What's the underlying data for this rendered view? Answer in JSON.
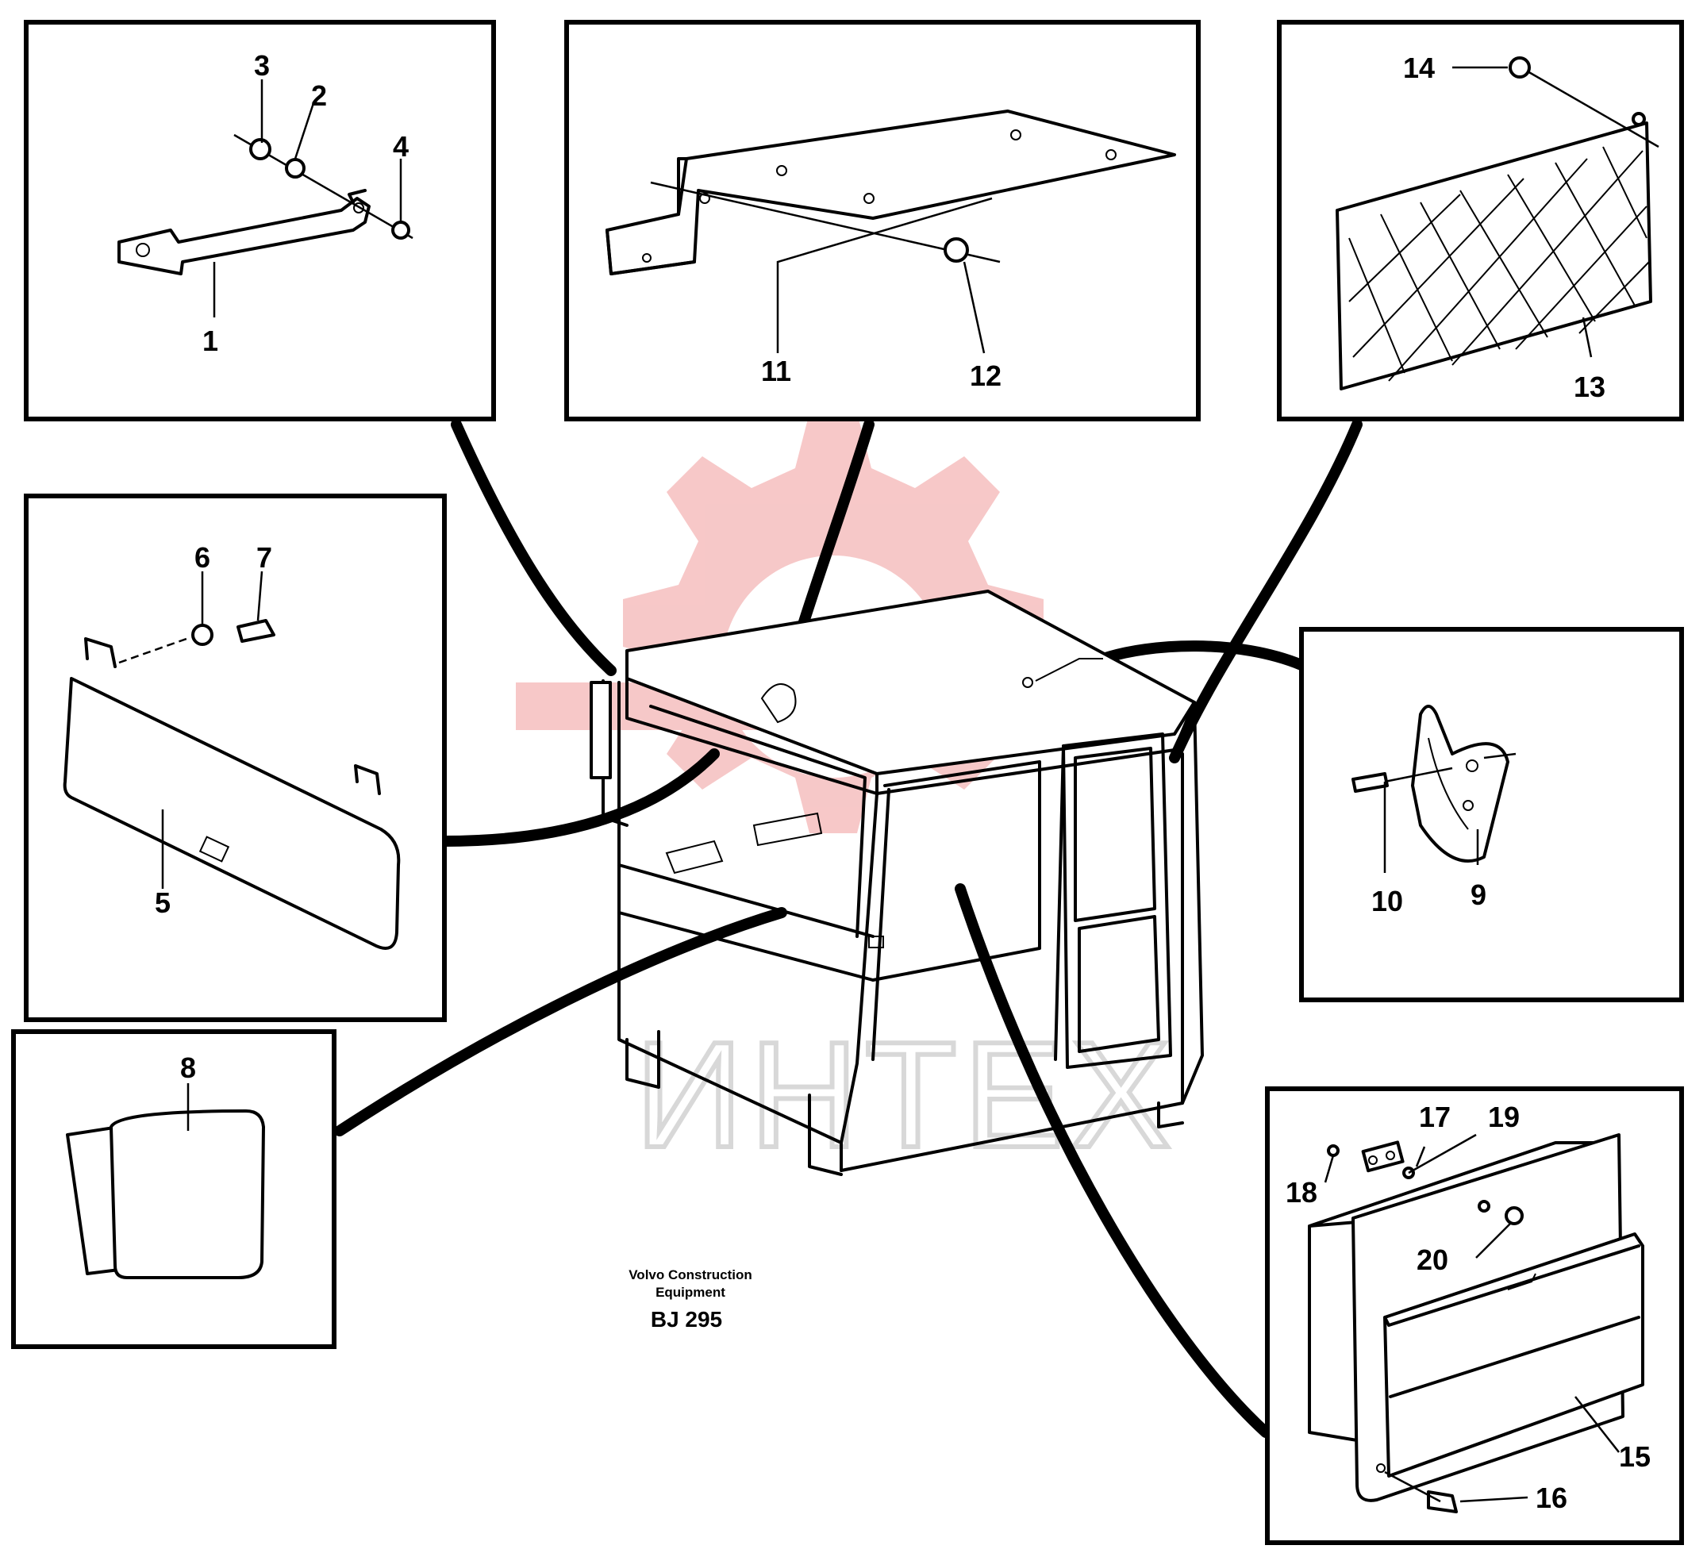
{
  "diagram": {
    "caption": {
      "line1": "Volvo Construction",
      "line2": "Equipment",
      "code": "BJ 295"
    },
    "watermark": {
      "text": "ИНТЕХ",
      "color": "#f4b6b6"
    },
    "callouts": {
      "c1": "1",
      "c2": "2",
      "c3": "3",
      "c4": "4",
      "c5": "5",
      "c6": "6",
      "c7": "7",
      "c8": "8",
      "c9": "9",
      "c10": "10",
      "c11": "11",
      "c12": "12",
      "c13": "13",
      "c14": "14",
      "c15": "15",
      "c16": "16",
      "c17": "17",
      "c18": "18",
      "c19": "19",
      "c20": "20"
    }
  }
}
